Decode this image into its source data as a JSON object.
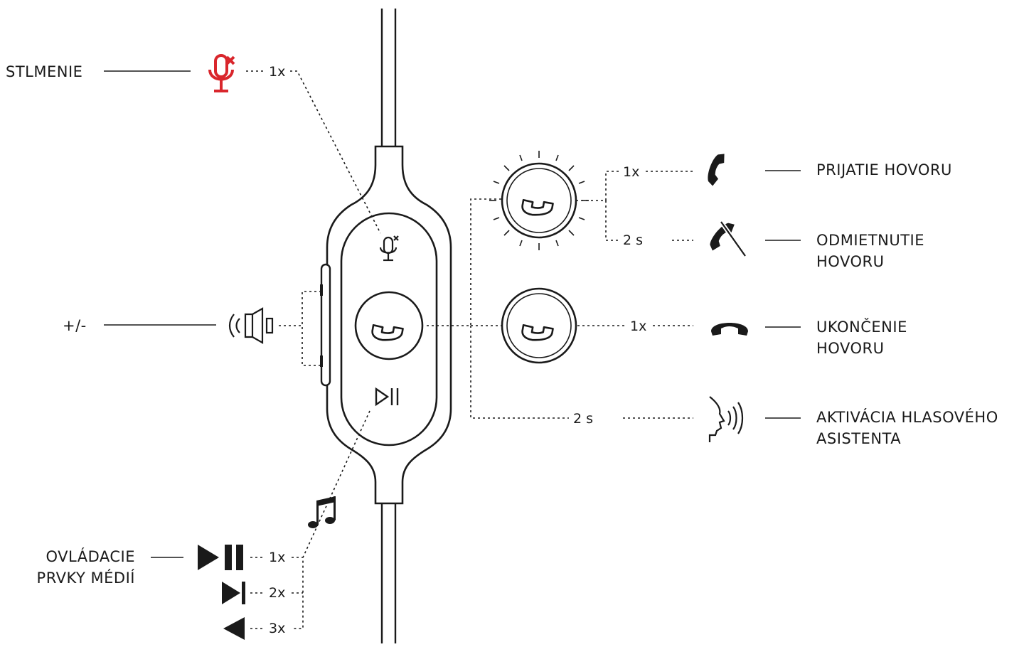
{
  "labels": {
    "mute": "STLMENIE",
    "volume": "+/-",
    "media_line1": "OVLÁDACIE",
    "media_line2": "PRVKY MÉDIÍ",
    "answer": "PRIJATIE HOVORU",
    "reject_line1": "ODMIETNUTIE",
    "reject_line2": "HOVORU",
    "end_line1": "UKONČENIE",
    "end_line2": "HOVORU",
    "assistant_line1": "AKTIVÁCIA HLASOVÉHO",
    "assistant_line2": "ASISTENTA"
  },
  "counts": {
    "mute": "1x",
    "answer": "1x",
    "reject": "2 s",
    "end": "1x",
    "assistant": "2 s",
    "play_pause": "1x",
    "next": "2x",
    "previous": "3x"
  },
  "colors": {
    "mute_accent": "#d9262c",
    "line": "#1a1a1a"
  },
  "icons": [
    "mute-mic-icon",
    "speaker-icon",
    "phone-icon",
    "play-pause-icon",
    "music-note-icon",
    "next-track-icon",
    "previous-track-icon",
    "answer-phone-icon",
    "reject-phone-icon",
    "hangup-phone-icon",
    "voice-assistant-icon"
  ]
}
